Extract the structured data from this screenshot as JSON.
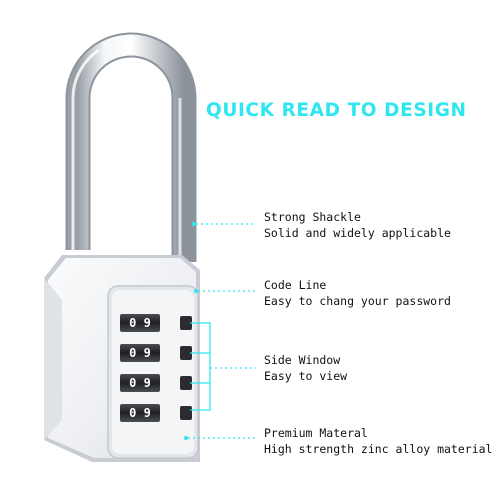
{
  "headline": "QUICK READ TO DESIGN",
  "colors": {
    "accent": "#2ee6ef",
    "lock_body": "#f2f3f5",
    "chrome": "#c9ced5"
  },
  "features": [
    {
      "title": "Strong Shackle",
      "description": "Solid and widely applicable"
    },
    {
      "title": "Code Line",
      "description": "Easy to chang your password"
    },
    {
      "title": "Side Window",
      "description": "Easy to view"
    },
    {
      "title": "Premium Materal",
      "description": "High strength zinc alloy material"
    }
  ],
  "dials": [
    {
      "digits": "0 9"
    },
    {
      "digits": "0 9"
    },
    {
      "digits": "0 9"
    },
    {
      "digits": "0 9"
    }
  ]
}
